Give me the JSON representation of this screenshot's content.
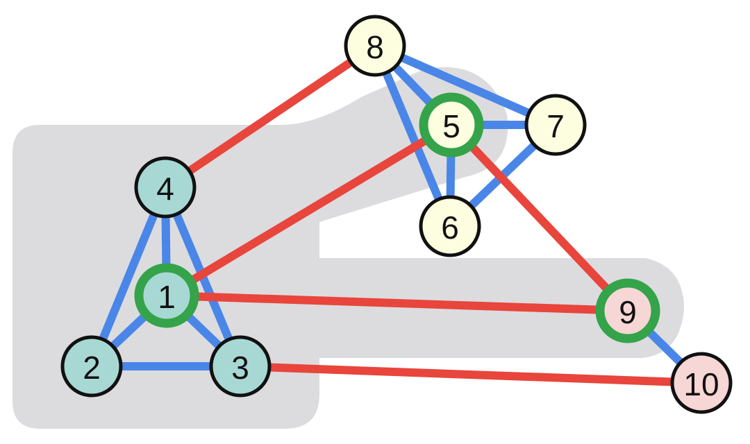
{
  "colors": {
    "background": "#ffffff",
    "region": "#dcdcde",
    "intra_edge": "#4a86e8",
    "inter_edge": "#e8453c",
    "highlight_ring": "#34a34a",
    "node_stroke": "#111111",
    "group_teal": "#a8d8d4",
    "group_yellow": "#fdfde0",
    "group_pink": "#f7d6d6"
  },
  "nodes": [
    {
      "id": "1",
      "label": "1",
      "group": "teal",
      "highlighted": true
    },
    {
      "id": "2",
      "label": "2",
      "group": "teal",
      "highlighted": false
    },
    {
      "id": "3",
      "label": "3",
      "group": "teal",
      "highlighted": false
    },
    {
      "id": "4",
      "label": "4",
      "group": "teal",
      "highlighted": false
    },
    {
      "id": "5",
      "label": "5",
      "group": "yellow",
      "highlighted": true
    },
    {
      "id": "6",
      "label": "6",
      "group": "yellow",
      "highlighted": false
    },
    {
      "id": "7",
      "label": "7",
      "group": "yellow",
      "highlighted": false
    },
    {
      "id": "8",
      "label": "8",
      "group": "yellow",
      "highlighted": false
    },
    {
      "id": "9",
      "label": "9",
      "group": "pink",
      "highlighted": true
    },
    {
      "id": "10",
      "label": "10",
      "group": "pink",
      "highlighted": false
    }
  ],
  "edges": [
    {
      "source": "1",
      "target": "2",
      "kind": "intra"
    },
    {
      "source": "1",
      "target": "3",
      "kind": "intra"
    },
    {
      "source": "1",
      "target": "4",
      "kind": "intra"
    },
    {
      "source": "2",
      "target": "3",
      "kind": "intra"
    },
    {
      "source": "2",
      "target": "4",
      "kind": "intra"
    },
    {
      "source": "3",
      "target": "4",
      "kind": "intra"
    },
    {
      "source": "5",
      "target": "6",
      "kind": "intra"
    },
    {
      "source": "5",
      "target": "7",
      "kind": "intra"
    },
    {
      "source": "5",
      "target": "8",
      "kind": "intra"
    },
    {
      "source": "6",
      "target": "7",
      "kind": "intra"
    },
    {
      "source": "6",
      "target": "8",
      "kind": "intra"
    },
    {
      "source": "7",
      "target": "8",
      "kind": "intra"
    },
    {
      "source": "9",
      "target": "10",
      "kind": "intra"
    },
    {
      "source": "1",
      "target": "5",
      "kind": "inter"
    },
    {
      "source": "1",
      "target": "9",
      "kind": "inter"
    },
    {
      "source": "4",
      "target": "8",
      "kind": "inter"
    },
    {
      "source": "5",
      "target": "9",
      "kind": "inter"
    },
    {
      "source": "3",
      "target": "10",
      "kind": "inter"
    }
  ]
}
